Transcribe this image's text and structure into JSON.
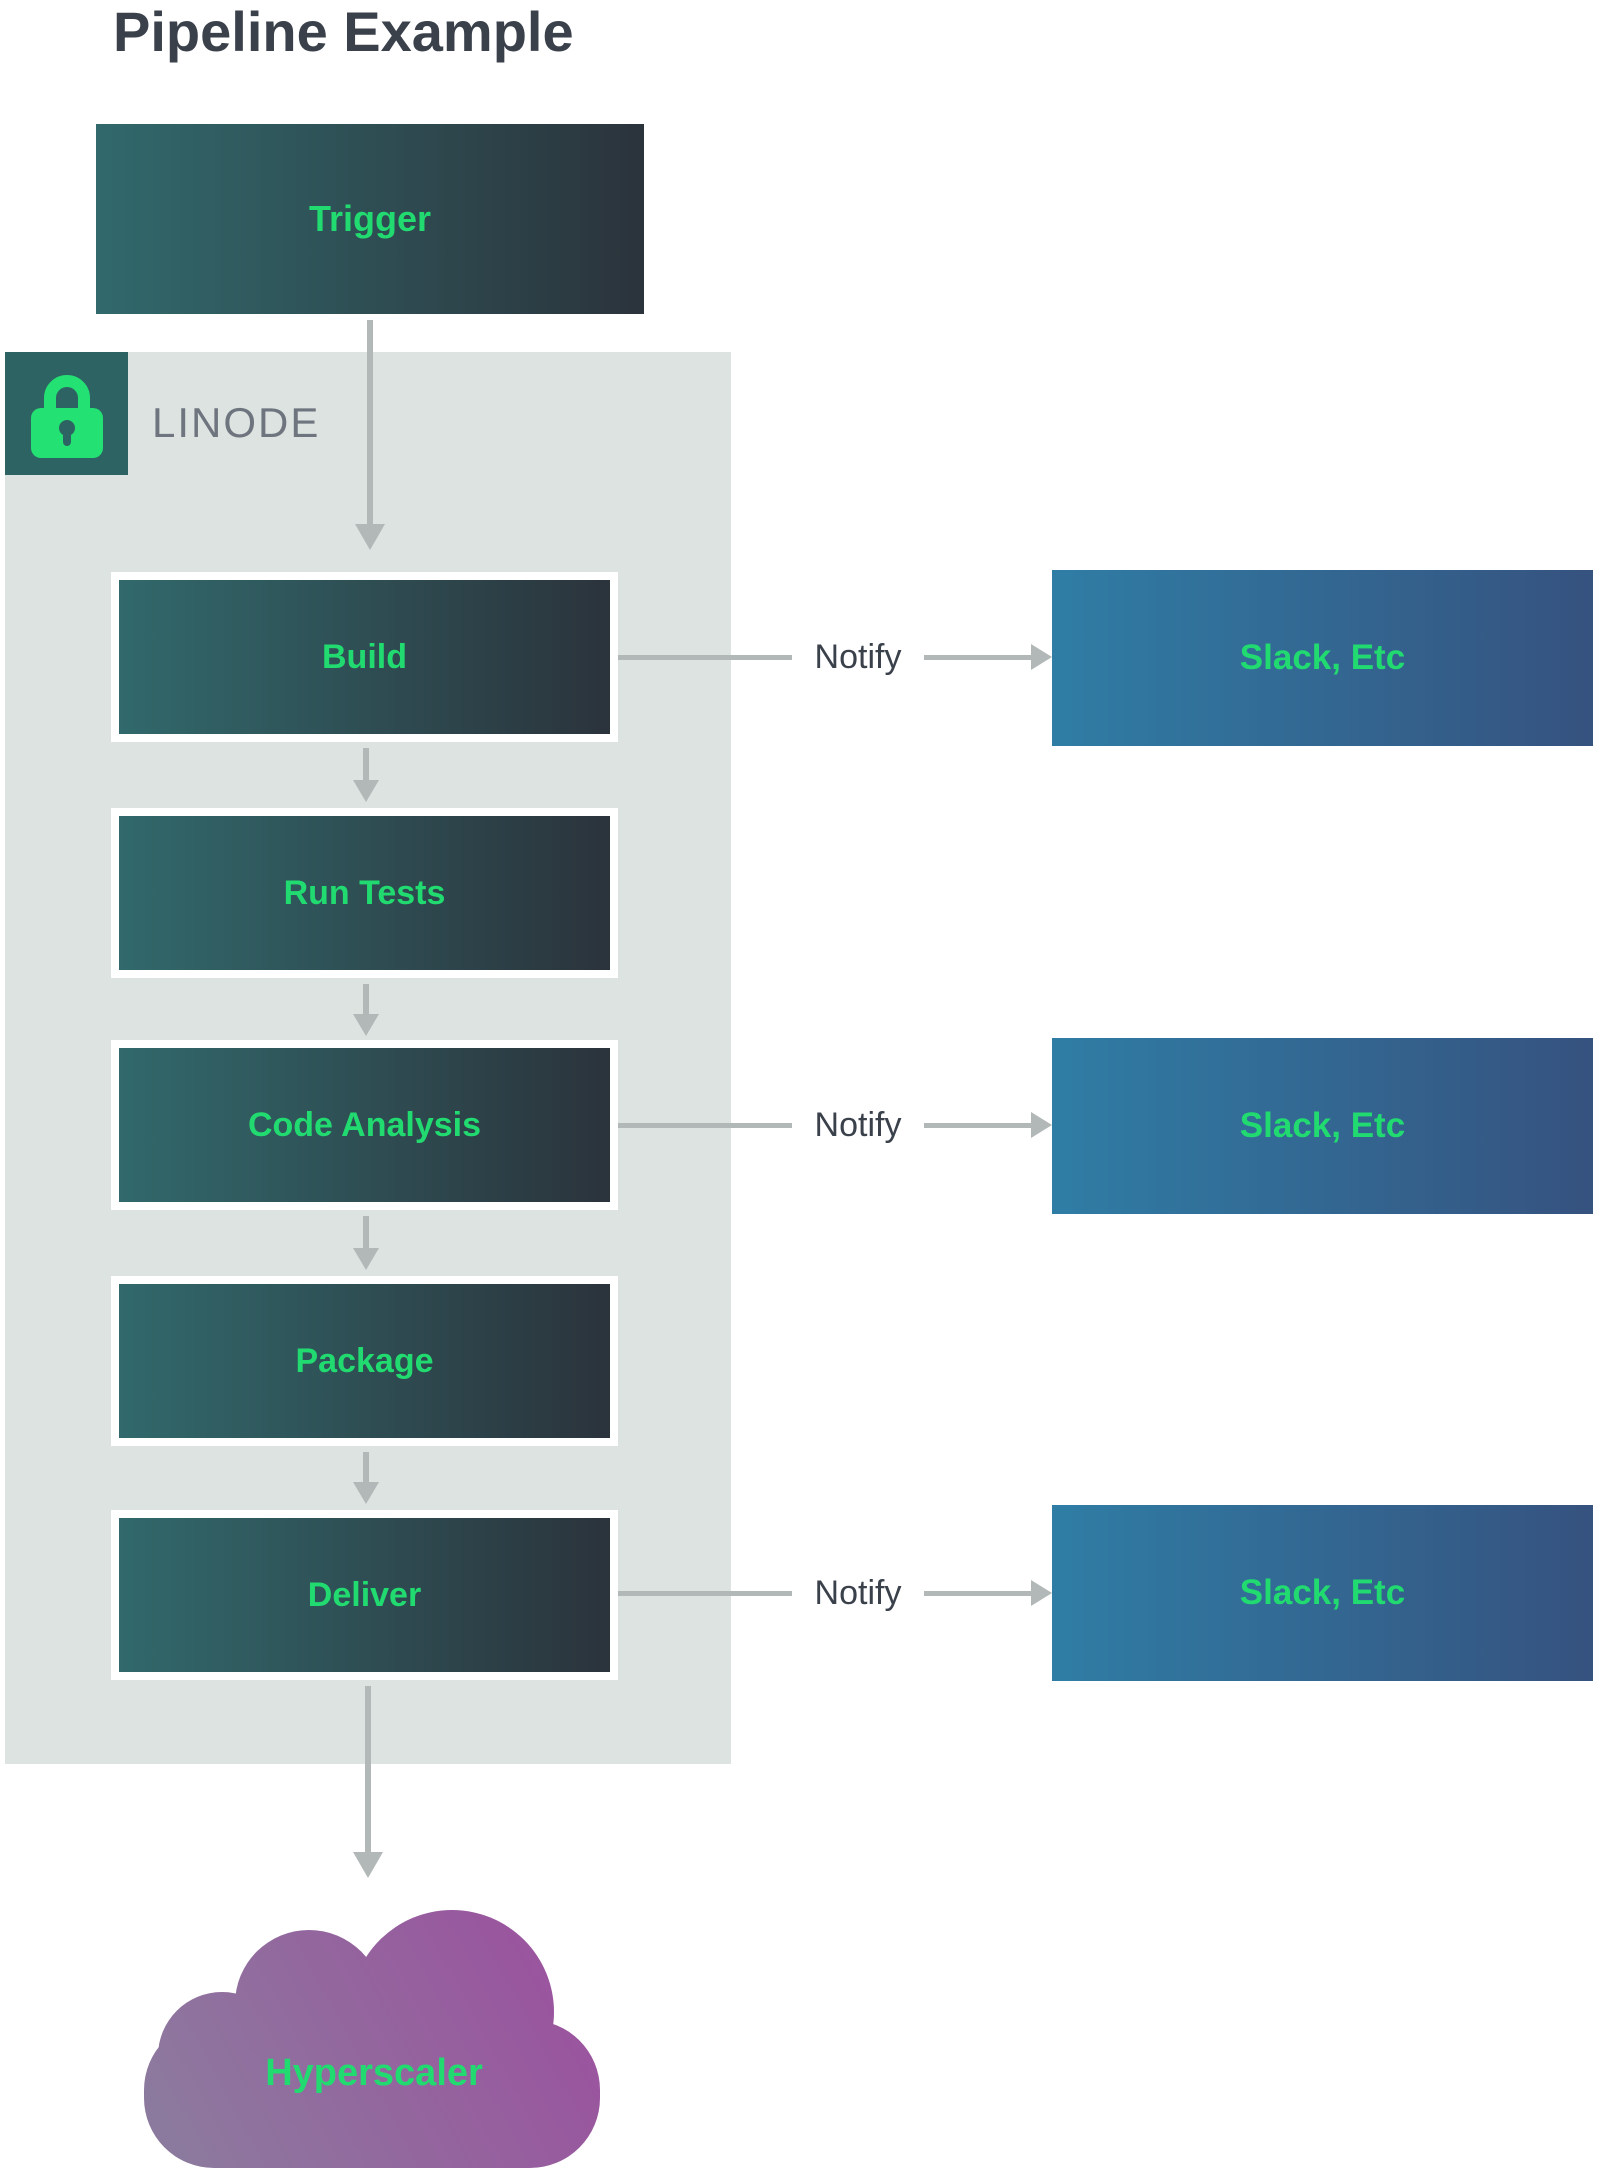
{
  "title": "Pipeline Example",
  "colors": {
    "accent-green": "#21db70",
    "box-grad-left": "#31696c",
    "box-grad-right": "#2b333b",
    "slack-grad-left": "#2f7da5",
    "slack-grad-right": "#36527f",
    "container-bg": "#dce3e1",
    "lock-badge-bg": "#2d6362",
    "lock-icon-green": "#24e174",
    "cloud-grad-start": "#8b7d9e",
    "cloud-grad-end": "#9c4f9e",
    "arrow-gray": "#b2b8b8",
    "title-text": "#3a414b",
    "provider-text": "#6f757e"
  },
  "pipeline": {
    "provider_label": "LINODE",
    "trigger_label": "Trigger",
    "stages": [
      {
        "label": "Build"
      },
      {
        "label": "Run Tests"
      },
      {
        "label": "Code Analysis"
      },
      {
        "label": "Package"
      },
      {
        "label": "Deliver"
      }
    ],
    "notify_label": "Notify",
    "notify_target_label": "Slack, Etc",
    "destination_label": "Hyperscaler"
  },
  "icons": {
    "lock": "padlock-closed"
  }
}
